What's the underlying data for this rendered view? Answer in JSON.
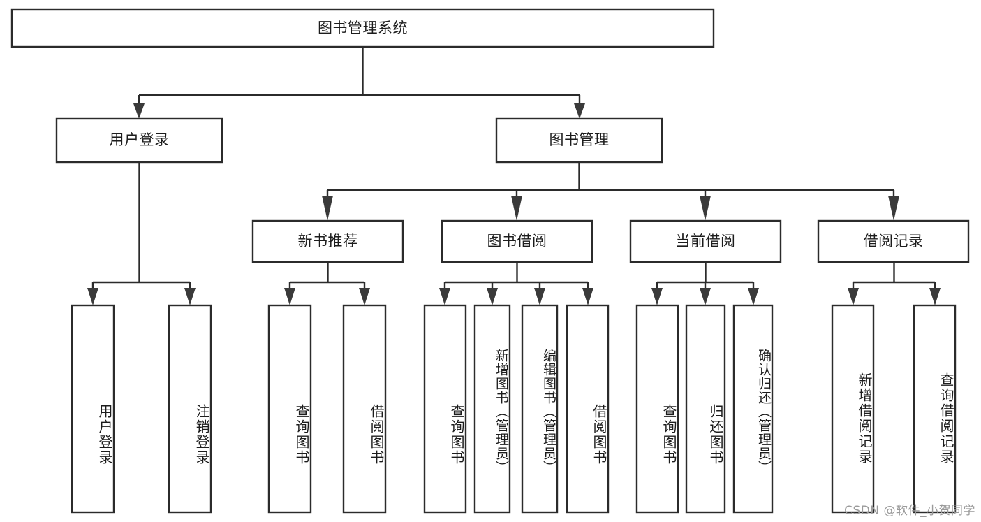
{
  "diagram": {
    "type": "tree-hierarchy",
    "title": "图书管理系统",
    "watermark": "CSDN @软件_小贺同学",
    "colors": {
      "box_fill": "#ffffff",
      "box_stroke": "#2b2b2b",
      "text": "#1c1c1c",
      "watermark": "#9a9a9a",
      "background": "#ffffff"
    },
    "levels": {
      "root": {
        "label": "图书管理系统"
      },
      "level2": [
        {
          "label": "用户登录"
        },
        {
          "label": "图书管理"
        }
      ],
      "level3": [
        {
          "label": "新书推荐"
        },
        {
          "label": "图书借阅"
        },
        {
          "label": "当前借阅"
        },
        {
          "label": "借阅记录"
        }
      ],
      "leaves": {
        "user_login": [
          {
            "label": "用户登录"
          },
          {
            "label": "注销登录"
          }
        ],
        "new_book_recommend": [
          {
            "label": "查询图书"
          },
          {
            "label": "借阅图书"
          }
        ],
        "book_borrow": [
          {
            "label": "查询图书"
          },
          {
            "label": "新增图书（管理员）"
          },
          {
            "label": "编辑图书（管理员）"
          },
          {
            "label": "借阅图书"
          }
        ],
        "current_borrow": [
          {
            "label": "查询图书"
          },
          {
            "label": "归还图书"
          },
          {
            "label": "确认归还（管理员）"
          }
        ],
        "borrow_record": [
          {
            "label": "新增借阅记录"
          },
          {
            "label": "查询借阅记录"
          }
        ]
      }
    }
  }
}
